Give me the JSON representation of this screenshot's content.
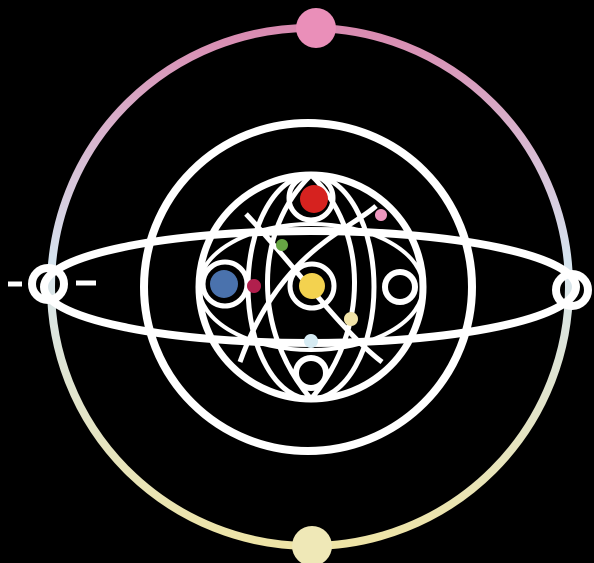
{
  "colors": {
    "background": "#000000",
    "line": "#ffffff",
    "outer_ring_top": "#d98ab0",
    "outer_ring_side": "#d6e4ef",
    "outer_ring_bottom": "#eee4a6",
    "planet_red": "#d6221f",
    "planet_blue": "#4a72ad",
    "planet_yellow": "#f3d24f",
    "planet_green": "#67a544",
    "planet_magenta": "#b11f4d",
    "planet_pink": "#ee97bf",
    "planet_cream": "#f1e3a8",
    "planet_light_blue": "#d6ebf3",
    "planet_white": "#ffffff",
    "pole_pink": "#ea8fb9",
    "pole_cream": "#efe8b7"
  },
  "icons": [
    "orbital-diagram",
    "outer-gradient-ring",
    "orbit-ellipse",
    "inner-sphere",
    "planet-dots"
  ]
}
